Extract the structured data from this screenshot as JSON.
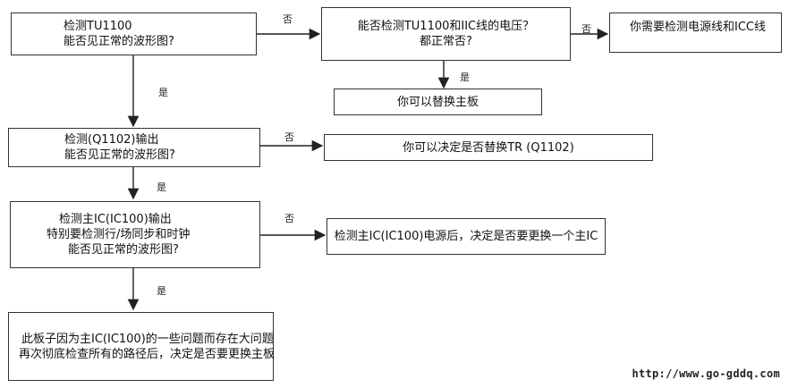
{
  "boxes": {
    "b1": [
      "检测TU1100",
      "能否见正常的波形图?"
    ],
    "b2": [
      "能否检测TU1100和IIC线的电压？",
      "都正常否?"
    ],
    "b3": [
      "你需要检测电源线和ICC线"
    ],
    "b4": [
      "你可以替换主板"
    ],
    "b5": [
      "检测(Q1102)输出",
      "能否见正常的波形图?"
    ],
    "b6": [
      "你可以决定是否替换TR (Q1102)"
    ],
    "b7": [
      "检测主IC(IC100)输出",
      "特别要检测行/场同步和时钟",
      "能否见正常的波形图?"
    ],
    "b8": [
      "检测主IC(IC100)电源后，决定是否要更换一个主IC"
    ],
    "b9": [
      "此板子因为主IC(IC100)的一些问题而存在大问题",
      "再次彻底检查所有的路径后，决定是否要更换主板"
    ]
  },
  "edge_labels": {
    "no": "否",
    "yes": "是"
  },
  "url": "http://www.go-gddq.com"
}
